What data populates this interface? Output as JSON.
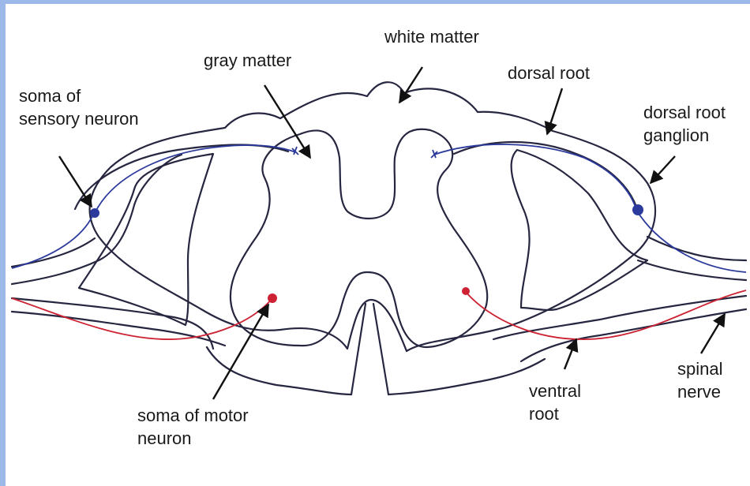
{
  "labels": {
    "white_matter": "white matter",
    "gray_matter": "gray matter",
    "dorsal_root": "dorsal root",
    "soma_sensory_line1": "soma of",
    "soma_sensory_line2": "sensory neuron",
    "dorsal_root_ganglion_line1": "dorsal root",
    "dorsal_root_ganglion_line2": "ganglion",
    "soma_motor_line1": "soma of motor",
    "soma_motor_line2": "neuron",
    "ventral_root_line1": "ventral",
    "ventral_root_line2": "root",
    "spinal_nerve_line1": "spinal",
    "spinal_nerve_line2": "nerve"
  },
  "colors": {
    "outline": "#262640",
    "sensory_neuron": "#2b3a9c",
    "motor_neuron": "#cc2233",
    "frame": "#9db9ea"
  }
}
